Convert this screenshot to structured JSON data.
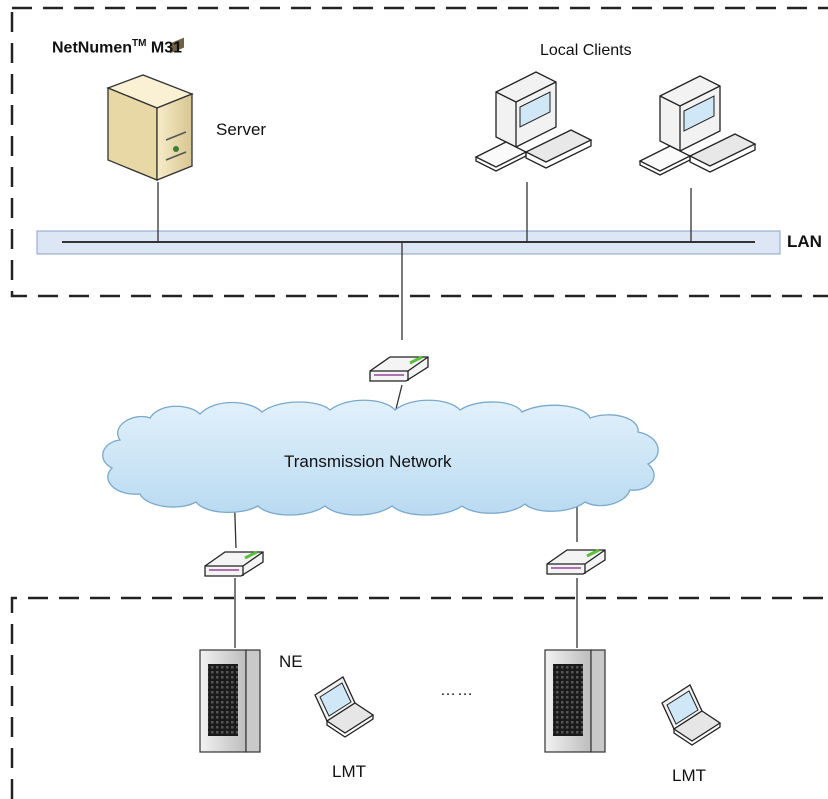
{
  "system": {
    "name": "NetNumen",
    "superscript": "TM",
    "model": "M31"
  },
  "labels": {
    "server": "Server",
    "local_clients": "Local Clients",
    "lan": "LAN",
    "transmission_network": "Transmission Network",
    "ne": "NE",
    "lmt_left": "LMT",
    "lmt_right": "LMT",
    "ellipsis": "……"
  },
  "colors": {
    "dash_border": "#222222",
    "lan_bar": "#dce6f5",
    "cloud_fill": "#c9e3f5",
    "server_body": "#efe0b5",
    "ne_body": "#dcdcdc",
    "router_accent": "#5bbf3a"
  },
  "icons": [
    "server-icon",
    "desktop-computer-icon",
    "router-icon",
    "cloud-icon",
    "ne-cabinet-icon",
    "laptop-icon"
  ]
}
